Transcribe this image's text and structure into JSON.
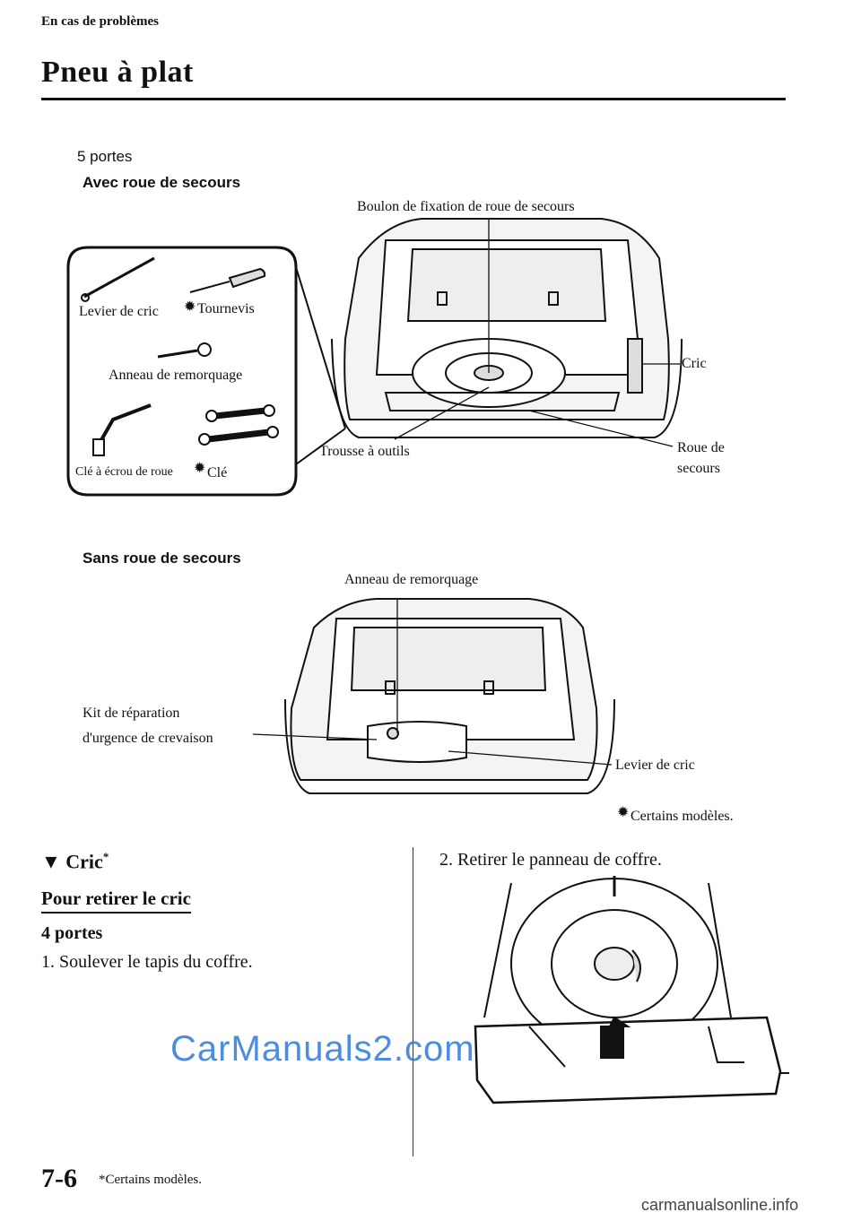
{
  "header": {
    "section": "En cas de problèmes",
    "title": "Pneu à plat"
  },
  "figure1": {
    "variant": "5 portes",
    "subtitle": "Avec roue de secours",
    "labels": {
      "spare_bolt": "Boulon de fixation de roue de secours",
      "jack_lever": "Levier de cric",
      "screwdriver": "Tournevis",
      "tow_ring": "Anneau de remorquage",
      "jack": "Cric",
      "lug_wrench": "Clé à écrou de roue",
      "wrench": "Clé",
      "tool_kit": "Trousse à outils",
      "spare_wheel_line1": "Roue de",
      "spare_wheel_line2": "secours"
    }
  },
  "figure2": {
    "subtitle": "Sans roue de secours",
    "labels": {
      "tow_ring": "Anneau de remorquage",
      "repair_kit_line1": "Kit de réparation",
      "repair_kit_line2": "d'urgence de crevaison",
      "jack_lever": "Levier de cric",
      "note": "Certains modèles."
    }
  },
  "body": {
    "heading": "Cric",
    "heading_mark": "*",
    "subheading": "Pour retirer le cric",
    "doors": "4 portes",
    "step1": "1.  Soulever le tapis du coffre.",
    "step2": "2.  Retirer le panneau de coffre."
  },
  "footer": {
    "page": "7-6",
    "footnote": "*Certains modèles."
  },
  "watermarks": {
    "site1": "CarManuals2.com",
    "site2": "carmanualsonline.info"
  }
}
